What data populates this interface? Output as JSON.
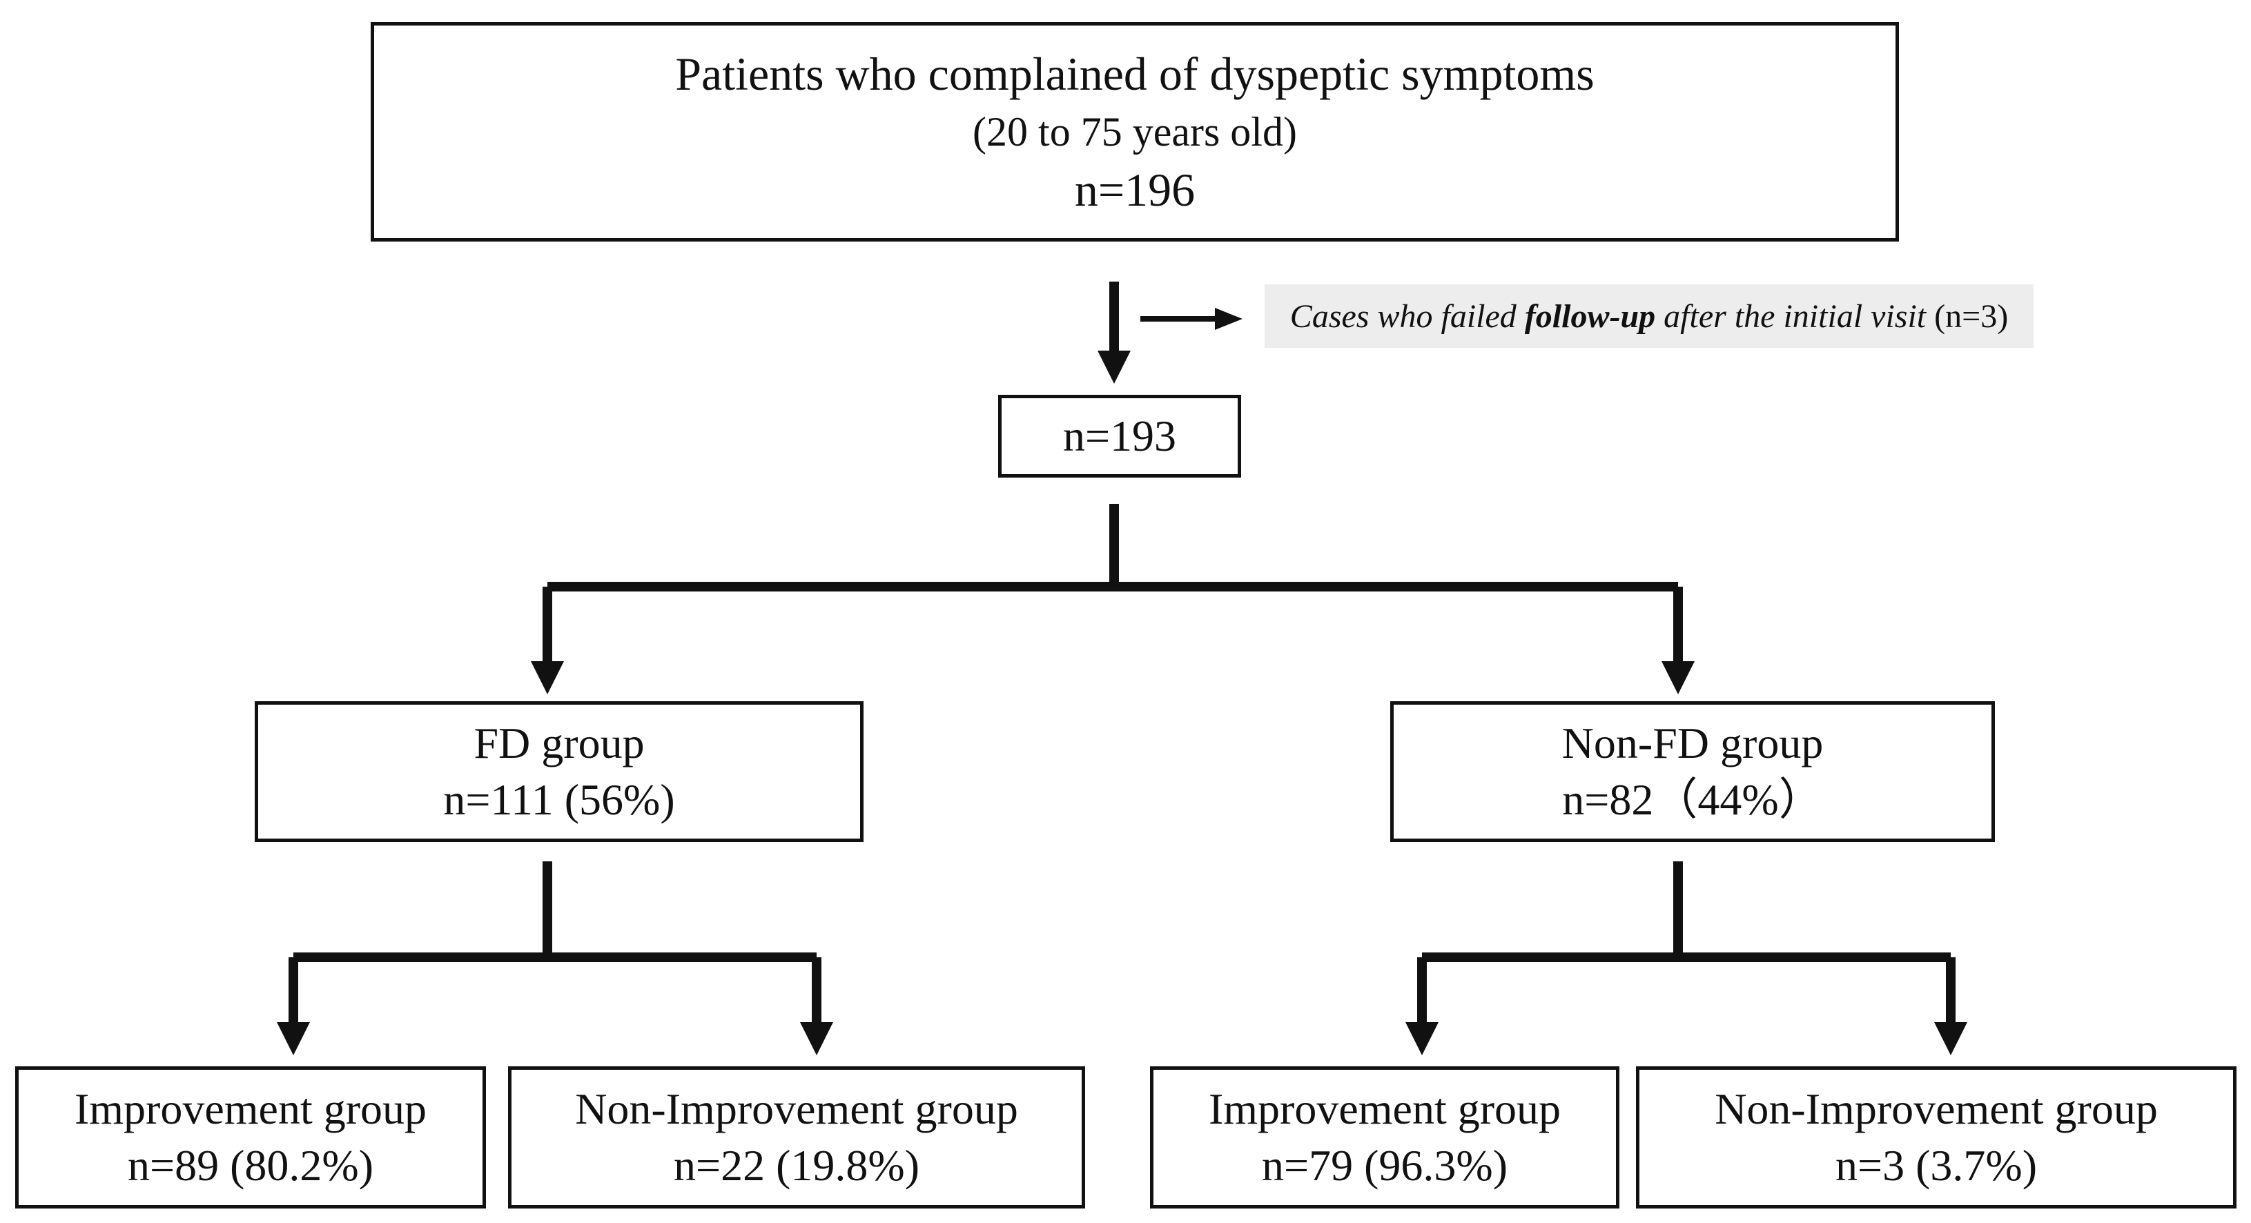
{
  "top": {
    "title": "Patients who complained of dyspeptic symptoms",
    "age": "(20 to 75 years old)",
    "n": "n=196"
  },
  "exclusion": {
    "text_before": "Cases who failed ",
    "text_bold": "follow-up",
    "text_after": " after the initial visit",
    "count": " (n=3)"
  },
  "middle": {
    "n": "n=193"
  },
  "fd": {
    "label": "FD group",
    "n": "n=111 (56%)"
  },
  "non_fd": {
    "label": "Non-FD group",
    "n": "n=82（44%）"
  },
  "fd_improvement": {
    "label": "Improvement group",
    "n": "n=89 (80.2%)"
  },
  "fd_non_improvement": {
    "label": "Non-Improvement group",
    "n": "n=22 (19.8%)"
  },
  "nonfd_improvement": {
    "label": "Improvement group",
    "n": "n=79 (96.3%)"
  },
  "nonfd_non_improvement": {
    "label": "Non-Improvement group",
    "n": "n=3 (3.7%)"
  }
}
